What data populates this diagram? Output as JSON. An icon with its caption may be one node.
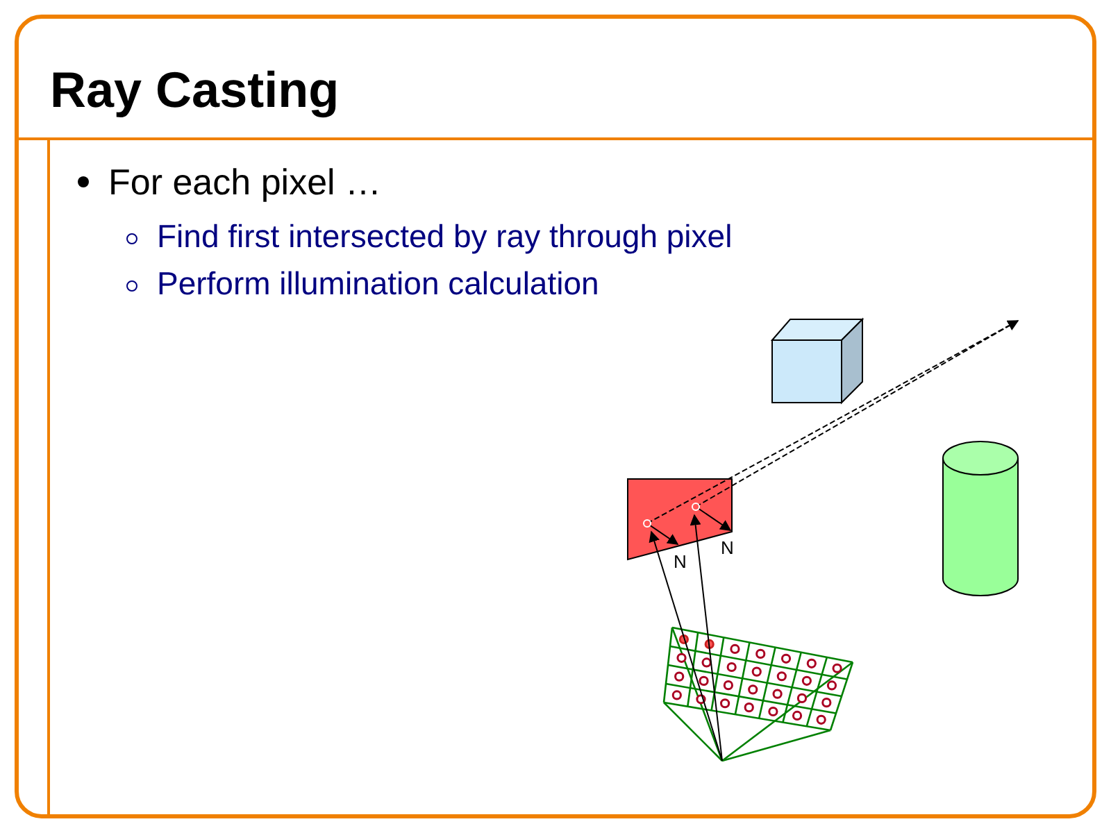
{
  "diagram": {
    "title": "Ray Casting",
    "labels": [
      "For each pixel …",
      "Find first intersected by ray through pixel",
      "Perform illumination calculation",
      "N",
      "N"
    ]
  }
}
